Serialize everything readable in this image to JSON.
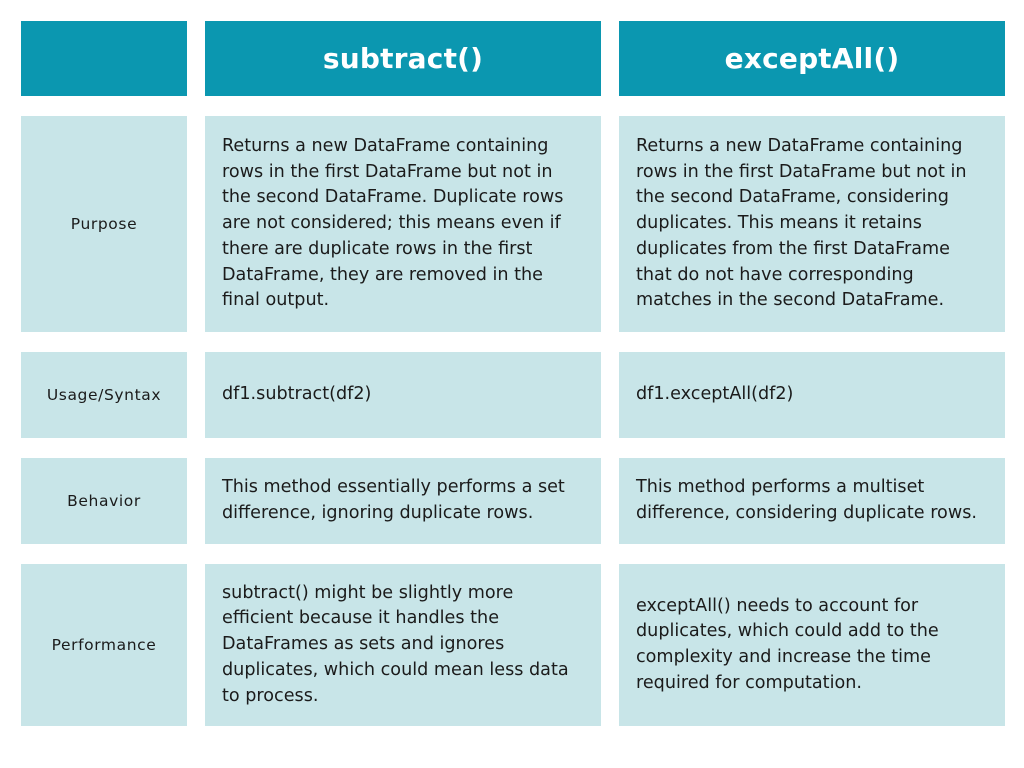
{
  "colors": {
    "header_bg": "#0b97b0",
    "cell_bg": "#c8e5e8",
    "header_text": "#ffffff",
    "cell_text": "#1b1b1b",
    "page_bg": "#ffffff"
  },
  "table": {
    "corner_label": "",
    "columns": [
      {
        "key": "attribute",
        "label": ""
      },
      {
        "key": "subtract",
        "label": "subtract()"
      },
      {
        "key": "exceptall",
        "label": "exceptAll()"
      }
    ],
    "rows": [
      {
        "label": "Purpose",
        "subtract": "Returns a new DataFrame containing rows in the first DataFrame but not in the second DataFrame. Duplicate rows are not considered; this means even if there are duplicate rows in the first DataFrame, they are removed in the final output.",
        "exceptall": "Returns a new DataFrame containing rows in the first DataFrame but not in the second DataFrame, considering duplicates. This means it retains duplicates from the first DataFrame that do not have corresponding matches in the second DataFrame."
      },
      {
        "label": "Usage/Syntax",
        "subtract": "df1.subtract(df2)",
        "exceptall": "df1.exceptAll(df2)"
      },
      {
        "label": "Behavior",
        "subtract": "This method essentially performs a set difference, ignoring duplicate rows.",
        "exceptall": "This method performs a multiset difference, considering duplicate rows."
      },
      {
        "label": "Performance",
        "subtract": "subtract() might be slightly more efficient because it handles the DataFrames as sets and ignores duplicates, which could mean less data to process.",
        "exceptall": "exceptAll() needs to account for duplicates, which could add to the complexity and increase the time required for computation."
      }
    ]
  }
}
